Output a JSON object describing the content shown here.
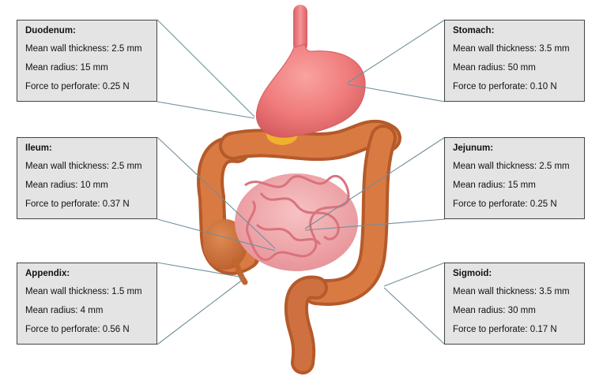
{
  "colors": {
    "box_fill": "#e4e4e4",
    "box_border": "#444444",
    "leader_line": "#6f8f99",
    "stomach": "#ef7a7a",
    "colon": "#c96a35",
    "small_intestine": "#f2a4a8",
    "gallbladder": "#f0b12b"
  },
  "organs": [
    {
      "id": "duodenum",
      "name": "Duodenum:",
      "wall_thickness": "Mean wall thickness: 2.5 mm",
      "radius": "Mean radius: 15 mm",
      "force": "Force to perforate: 0.25 N"
    },
    {
      "id": "ileum",
      "name": "Ileum:",
      "wall_thickness": "Mean wall thickness: 2.5 mm",
      "radius": "Mean radius: 10 mm",
      "force": "Force to perforate: 0.37 N"
    },
    {
      "id": "appendix",
      "name": "Appendix:",
      "wall_thickness": "Mean wall thickness: 1.5 mm",
      "radius": "Mean radius: 4 mm",
      "force": "Force to perforate: 0.56 N"
    },
    {
      "id": "stomach",
      "name": "Stomach:",
      "wall_thickness": "Mean wall thickness: 3.5 mm",
      "radius": "Mean radius: 50 mm",
      "force": "Force to perforate: 0.10 N"
    },
    {
      "id": "jejunum",
      "name": "Jejunum:",
      "wall_thickness": "Mean wall thickness: 2.5 mm",
      "radius": "Mean radius: 15 mm",
      "force": "Force to perforate: 0.25 N"
    },
    {
      "id": "sigmoid",
      "name": "Sigmoid:",
      "wall_thickness": "Mean wall thickness: 3.5 mm",
      "radius": "Mean radius: 30 mm",
      "force": "Force to perforate: 0.17 N"
    }
  ]
}
